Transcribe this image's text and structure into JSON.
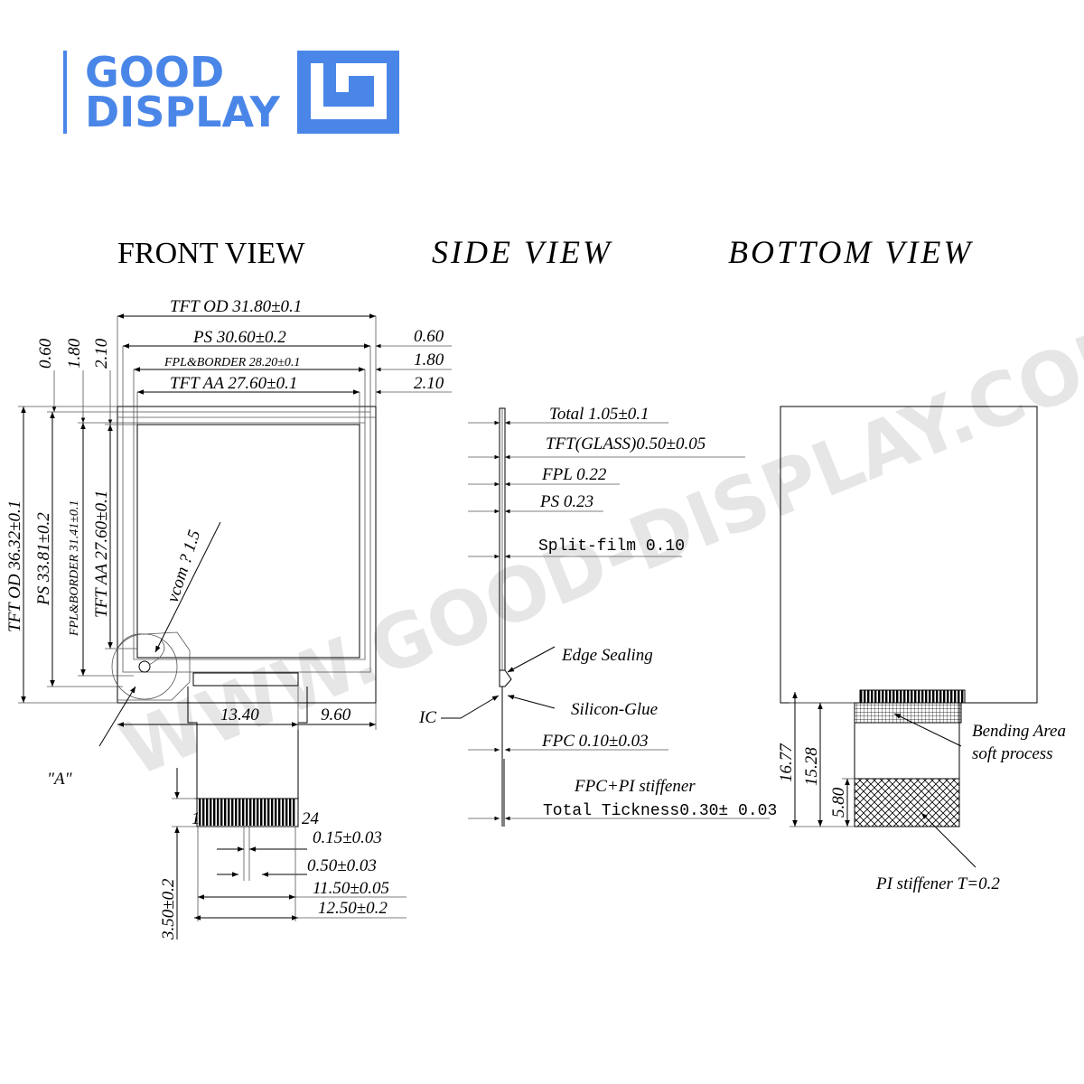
{
  "logo": {
    "line1": "GOOD",
    "line2": "DISPLAY",
    "brand_color": "#4a86e8"
  },
  "titles": {
    "front": "FRONT VIEW",
    "side": "SIDE  VIEW",
    "bottom": "BOTTOM  VIEW"
  },
  "watermark": "WWW.GOOD-DISPLAY.COM",
  "front": {
    "tft_od_w": "TFT OD 31.80±0.1",
    "ps_w": "PS 30.60±0.2",
    "fpl_border_w": "FPL&BORDER 28.20±0.1",
    "tft_aa_w": "TFT AA 27.60±0.1",
    "r060": "0.60",
    "r180": "1.80",
    "r210": "2.10",
    "l060": "0.60",
    "l180": "1.80",
    "l210": "2.10",
    "tft_od_h": "TFT OD 36.32±0.1",
    "ps_h": "PS 33.81±0.2",
    "fpl_border_h": "FPL&BORDER 31.41±0.1",
    "tft_aa_h": "TFT AA 27.60±0.1",
    "vcom": "vcom ? 1.5",
    "d1340": "13.40",
    "d960": "9.60",
    "label_a": "\"A\"",
    "pin1": "1",
    "pin24": "24",
    "d015": "0.15±0.03",
    "d050": "0.50±0.03",
    "d1150": "11.50±0.05",
    "d1250": "12.50±0.2",
    "d350": "3.50±0.2"
  },
  "side": {
    "total": "Total 1.05±0.1",
    "tft_glass": "TFT(GLASS)0.50±0.05",
    "fpl": "FPL 0.22",
    "ps": "PS 0.23",
    "split_film": "Split-film 0.10",
    "edge_sealing": "Edge Sealing",
    "ic": "IC",
    "silicon_glue": "Silicon-Glue",
    "fpc": "FPC 0.10±0.03",
    "fpc_pi": "FPC+PI  stiffener",
    "total_thickness": "Total Tickness0.30± 0.03"
  },
  "bottom": {
    "bending_area": "Bending Area",
    "soft_process": "soft process",
    "d1677": "16.77",
    "d1528": "15.28",
    "d580": "5.80",
    "pi_stiffener": "PI stiffener T=0.2"
  }
}
